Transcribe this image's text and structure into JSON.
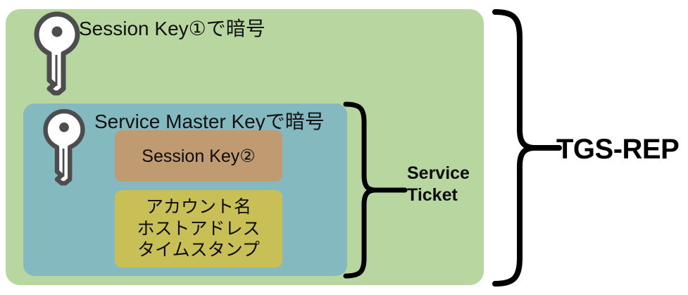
{
  "diagram": {
    "title": "Kerberos TGS-REP structure",
    "colors": {
      "outer_box": "#b8d6a0",
      "inner_box": "#85b9c0",
      "session_key_box": "#c09a71",
      "fields_box": "#c8c057",
      "key_outline": "#4d4d4d",
      "key_fill": "#ffffff",
      "brace": "#000000",
      "text": "#111111"
    },
    "outer": {
      "label": "Session Key①で暗号",
      "key_icon": "key-icon"
    },
    "inner": {
      "label": "Service Master Keyで暗号",
      "key_icon": "key-icon",
      "blocks": [
        {
          "name": "session-key-2",
          "lines": [
            "Session Key②"
          ]
        },
        {
          "name": "ticket-fields",
          "lines": [
            "アカウント名",
            "ホストアドレス",
            "タイムスタンプ"
          ]
        }
      ]
    },
    "braces": [
      {
        "name": "service-ticket-brace",
        "label_lines": [
          "Service",
          "Ticket"
        ]
      },
      {
        "name": "tgs-rep-brace",
        "label": "TGS-REP"
      }
    ]
  }
}
